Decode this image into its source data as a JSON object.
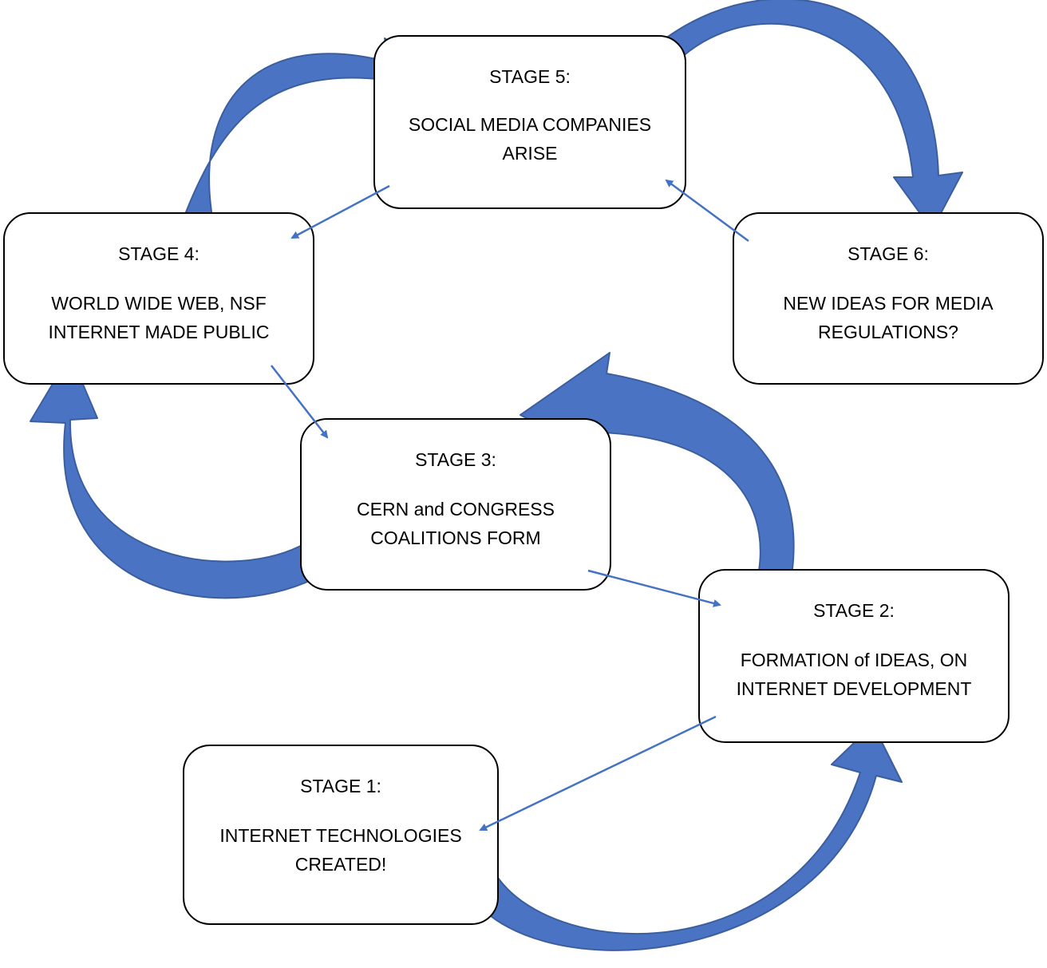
{
  "diagram": {
    "colors": {
      "arrow_fill": "#4a73c4",
      "arrow_edge": "#3b5f9e",
      "connector": "#4472c4",
      "box_border": "#000000"
    },
    "stages": [
      {
        "id": "stage-1",
        "title": "STAGE 1:",
        "description": "INTERNET TECHNOLOGIES\nCREATED!"
      },
      {
        "id": "stage-2",
        "title": "STAGE 2:",
        "description": "FORMATION of IDEAS, ON\nINTERNET DEVELOPMENT"
      },
      {
        "id": "stage-3",
        "title": "STAGE 3:",
        "description": "CERN and CONGRESS\nCOALITIONS FORM"
      },
      {
        "id": "stage-4",
        "title": "STAGE 4:",
        "description": "WORLD WIDE WEB, NSF\nINTERNET MADE PUBLIC"
      },
      {
        "id": "stage-5",
        "title": "STAGE 5:",
        "description": "SOCIAL MEDIA COMPANIES\nARISE"
      },
      {
        "id": "stage-6",
        "title": "STAGE 6:",
        "description": "NEW IDEAS FOR MEDIA\nREGULATIONS?"
      }
    ],
    "curved_arrows": [
      {
        "from": "stage-1",
        "to": "stage-2",
        "icon": "curved-arrow-icon"
      },
      {
        "from": "stage-2",
        "to": "stage-3",
        "icon": "curved-arrow-icon"
      },
      {
        "from": "stage-3",
        "to": "stage-4",
        "icon": "curved-arrow-icon"
      },
      {
        "from": "stage-4",
        "to": "stage-5",
        "icon": "curved-arrow-icon"
      },
      {
        "from": "stage-5",
        "to": "stage-6",
        "icon": "curved-arrow-icon"
      }
    ],
    "connector_arrows": [
      {
        "from": "stage-2",
        "to": "stage-1"
      },
      {
        "from": "stage-3",
        "to": "stage-2"
      },
      {
        "from": "stage-4",
        "to": "stage-3"
      },
      {
        "from": "stage-5",
        "to": "stage-4"
      },
      {
        "from": "stage-6",
        "to": "stage-5"
      }
    ]
  }
}
